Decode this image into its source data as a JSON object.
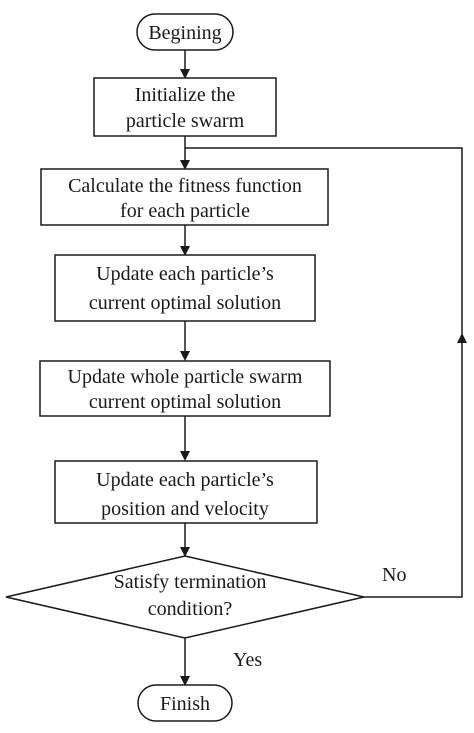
{
  "flowchart": {
    "start": "Begining",
    "steps": [
      [
        "Initialize the",
        "particle swarm"
      ],
      [
        "Calculate the fitness function",
        "for each particle"
      ],
      [
        "Update each particle’s",
        "current optimal solution"
      ],
      [
        "Update whole particle swarm",
        "current optimal solution"
      ],
      [
        "Update each particle’s",
        "position and velocity"
      ]
    ],
    "decision": [
      "Satisfy termination",
      "condition?"
    ],
    "no_label": "No",
    "yes_label": "Yes",
    "end": "Finish"
  }
}
